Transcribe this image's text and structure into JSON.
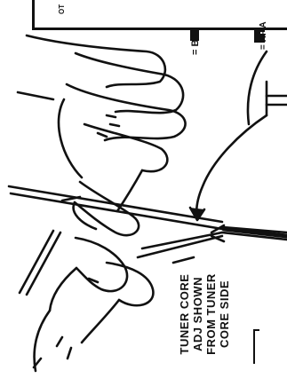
{
  "caption": {
    "lines": [
      "TUNER CORE",
      "ADJ SHOWN",
      "FROM TUNER",
      "CORE SIDE"
    ]
  },
  "legend": {
    "bplus_label": "= B+",
    "rf_label": "= RF A"
  },
  "inset": {
    "partial_text": "OT"
  },
  "colors": {
    "ink": "#111111",
    "paper": "#ffffff"
  },
  "icons": [
    "left-hand-icon",
    "right-hand-icon",
    "alignment-tool-icon",
    "tuner-core-icon",
    "bplus-legend-swatch",
    "rf-legend-swatch",
    "callout-arrow"
  ]
}
